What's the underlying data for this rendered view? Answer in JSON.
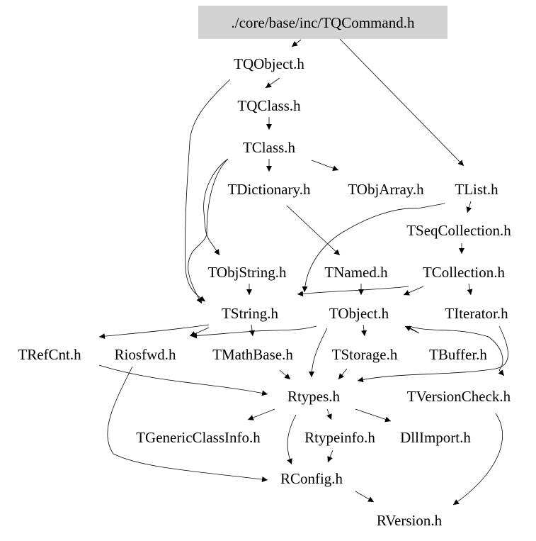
{
  "root": {
    "id": "TQCommand",
    "label": "./core/base/inc/TQCommand.h",
    "fill": "#d3d3d3"
  },
  "nodes": [
    {
      "id": "TQObject",
      "label": "TQObject.h"
    },
    {
      "id": "TQClass",
      "label": "TQClass.h"
    },
    {
      "id": "TClass",
      "label": "TClass.h"
    },
    {
      "id": "TDictionary",
      "label": "TDictionary.h"
    },
    {
      "id": "TObjArray",
      "label": "TObjArray.h"
    },
    {
      "id": "TList",
      "label": "TList.h"
    },
    {
      "id": "TSeqCollection",
      "label": "TSeqCollection.h"
    },
    {
      "id": "TObjString",
      "label": "TObjString.h"
    },
    {
      "id": "TNamed",
      "label": "TNamed.h"
    },
    {
      "id": "TCollection",
      "label": "TCollection.h"
    },
    {
      "id": "TString",
      "label": "TString.h"
    },
    {
      "id": "TObject",
      "label": "TObject.h"
    },
    {
      "id": "TIterator",
      "label": "TIterator.h"
    },
    {
      "id": "TRefCnt",
      "label": "TRefCnt.h"
    },
    {
      "id": "Riosfwd",
      "label": "Riosfwd.h"
    },
    {
      "id": "TMathBase",
      "label": "TMathBase.h"
    },
    {
      "id": "TStorage",
      "label": "TStorage.h"
    },
    {
      "id": "TBuffer",
      "label": "TBuffer.h"
    },
    {
      "id": "Rtypes",
      "label": "Rtypes.h"
    },
    {
      "id": "TVersionCheck",
      "label": "TVersionCheck.h"
    },
    {
      "id": "TGenericClassInfo",
      "label": "TGenericClassInfo.h"
    },
    {
      "id": "Rtypeinfo",
      "label": "Rtypeinfo.h"
    },
    {
      "id": "DllImport",
      "label": "DllImport.h"
    },
    {
      "id": "RConfig",
      "label": "RConfig.h"
    },
    {
      "id": "RVersion",
      "label": "RVersion.h"
    }
  ],
  "edges": [
    [
      "TQCommand",
      "TQObject"
    ],
    [
      "TQCommand",
      "TList"
    ],
    [
      "TQObject",
      "TQClass"
    ],
    [
      "TQObject",
      "TString"
    ],
    [
      "TQClass",
      "TClass"
    ],
    [
      "TClass",
      "TDictionary"
    ],
    [
      "TClass",
      "TObjArray"
    ],
    [
      "TClass",
      "TObjString"
    ],
    [
      "TClass",
      "TString"
    ],
    [
      "TDictionary",
      "TNamed"
    ],
    [
      "TList",
      "TSeqCollection"
    ],
    [
      "TList",
      "TString"
    ],
    [
      "TSeqCollection",
      "TCollection"
    ],
    [
      "TObjString",
      "TString"
    ],
    [
      "TNamed",
      "TObject"
    ],
    [
      "TCollection",
      "TString"
    ],
    [
      "TCollection",
      "TObject"
    ],
    [
      "TCollection",
      "TIterator"
    ],
    [
      "TString",
      "TRefCnt"
    ],
    [
      "TString",
      "Riosfwd"
    ],
    [
      "TString",
      "TMathBase"
    ],
    [
      "TObject",
      "Riosfwd"
    ],
    [
      "TObject",
      "TStorage"
    ],
    [
      "TObject",
      "TBuffer"
    ],
    [
      "TObject",
      "Rtypes"
    ],
    [
      "TObject",
      "TVersionCheck"
    ],
    [
      "TIterator",
      "Rtypes"
    ],
    [
      "TRefCnt",
      "Rtypes"
    ],
    [
      "Riosfwd",
      "RConfig"
    ],
    [
      "TMathBase",
      "Rtypes"
    ],
    [
      "TStorage",
      "Rtypes"
    ],
    [
      "Rtypes",
      "TGenericClassInfo"
    ],
    [
      "Rtypes",
      "Rtypeinfo"
    ],
    [
      "Rtypes",
      "DllImport"
    ],
    [
      "Rtypes",
      "RConfig"
    ],
    [
      "Rtypeinfo",
      "RConfig"
    ],
    [
      "RConfig",
      "RVersion"
    ],
    [
      "TVersionCheck",
      "RVersion"
    ]
  ]
}
